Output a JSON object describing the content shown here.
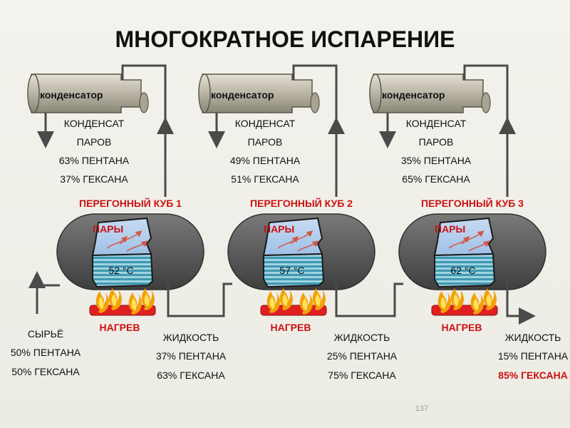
{
  "title": "МНОГОКРАТНОЕ ИСПАРЕНИЕ",
  "page_number": "137",
  "condenser_label": "конденсатор",
  "vapor_label": "ПАРЫ",
  "heat_label": "НАГРЕВ",
  "liquid_label": "ЖИДКОСТЬ",
  "condensate_line1": "КОНДЕНСАТ",
  "condensate_line2": "ПАРОВ",
  "feed": {
    "label": "СЫРЬЁ",
    "pentane": "50% ПЕНТАНА",
    "hexane": "50% ГЕКСАНА"
  },
  "stills": [
    {
      "name": "ПЕРЕГОННЫЙ КУБ 1",
      "temp": "52 °C",
      "condensate_pentane": "63% ПЕНТАНА",
      "condensate_hexane": "37% ГЕКСАНА",
      "liquid_pentane": "37% ПЕНТАНА",
      "liquid_hexane": "63% ГЕКСАНА"
    },
    {
      "name": "ПЕРЕГОННЫЙ КУБ 2",
      "temp": "57 °C",
      "condensate_pentane": "49% ПЕНТАНА",
      "condensate_hexane": "51% ГЕКСАНА",
      "liquid_pentane": "25% ПЕНТАНА",
      "liquid_hexane": "75% ГЕКСАНА"
    },
    {
      "name": "ПЕРЕГОННЫЙ КУБ 3",
      "temp": "62 °C",
      "condensate_pentane": "35% ПЕНТАНА",
      "condensate_hexane": "65% ГЕКСАНА",
      "liquid_pentane": "15% ПЕНТАНА",
      "liquid_hexane": "85% ГЕКСАНА"
    }
  ],
  "colors": {
    "accent_red": "#cc1111",
    "vessel": "#6e6e6e",
    "vapor": "#aac8ea",
    "liquid": "#4aa3b8",
    "pipe": "#4a4a4a"
  }
}
